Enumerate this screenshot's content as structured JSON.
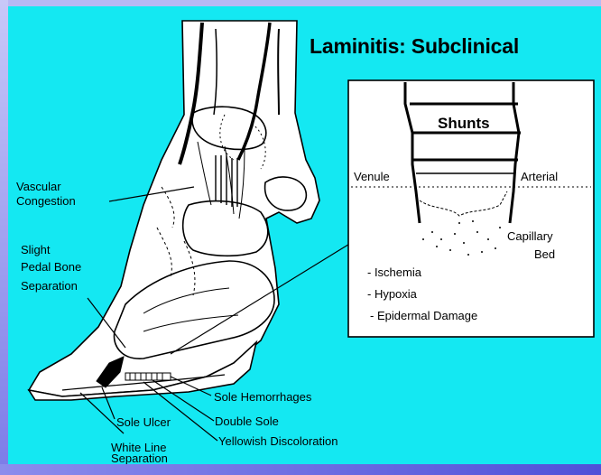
{
  "title": "Laminitis: Subclinical",
  "colors": {
    "panel_background": "#14e8f2",
    "frame": "#a9a9f0",
    "frame_dark": "#5050d8",
    "inset_background": "#ffffff",
    "ink": "#000000"
  },
  "hoof_labels": {
    "vascular_congestion": [
      "Vascular",
      "Congestion"
    ],
    "slight_pedal_bone_separation": [
      "Slight",
      "Pedal Bone",
      "Separation"
    ],
    "sole_hemorrhages": "Sole Hemorrhages",
    "sole_ulcer": "Sole Ulcer",
    "double_sole": "Double Sole",
    "yellowish_discoloration": "Yellowish Discoloration",
    "white_line_separation": [
      "White Line",
      "Separation"
    ]
  },
  "inset": {
    "shunts": "Shunts",
    "venule": "Venule",
    "arterial": "Arterial",
    "capillary_bed": [
      "Capillary",
      "Bed"
    ],
    "effects": [
      "- Ischemia",
      "- Hypoxia",
      "- Epidermal Damage"
    ]
  }
}
